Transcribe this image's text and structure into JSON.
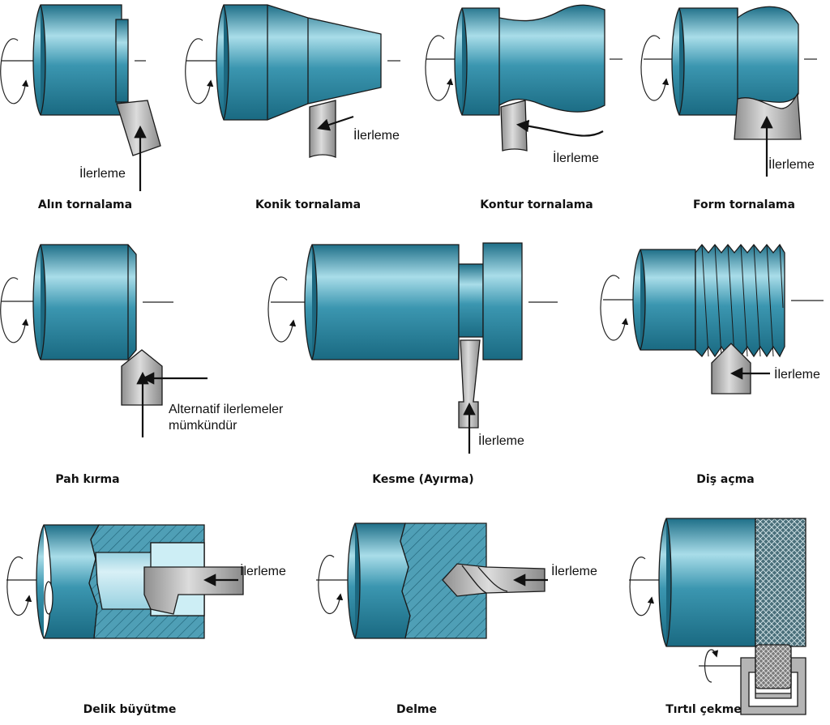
{
  "captions": {
    "face": "Alın tornalama",
    "taper": "Konik tornalama",
    "contour": "Kontur tornalama",
    "form": "Form tornalama",
    "chamfer": "Pah kırma",
    "cutoff": "Kesme (Ayırma)",
    "thread": "Diş açma",
    "bore": "Delik büyütme",
    "drill": "Delme",
    "knurl": "Tırtıl çekme"
  },
  "feed_label": "İlerleme",
  "chamfer_note": [
    "Alternatif ilerlemeler",
    "mümkündür"
  ],
  "colors": {
    "workpiece": "#2e8ca6",
    "workpiece_light": "#a9dde9",
    "tool": "#b4b4b4",
    "bore_inner": "#b9e3ee"
  },
  "icons": [
    "rotation-arrow-icon",
    "feed-arrow-icon"
  ]
}
